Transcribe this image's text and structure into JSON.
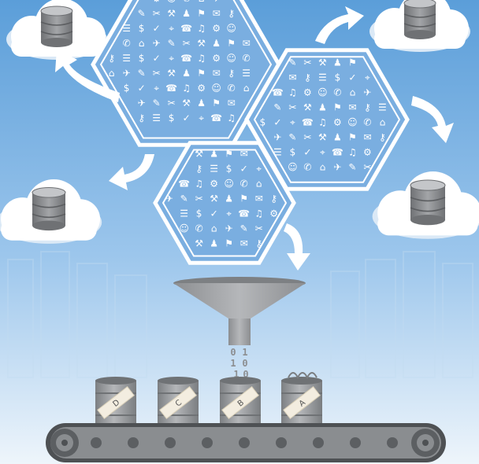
{
  "colors": {
    "sky_top": "#5d9fd9",
    "sky_bottom": "#e9f3fb",
    "hex_fill": "#79aee0",
    "hex_stroke": "#ffffff",
    "cloud": "#ffffff",
    "cloud_shadow": "#dbe9f6",
    "db_gray": "#8a8c8f",
    "db_dark": "#5c5e61",
    "funnel": "#a9abae",
    "funnel_dark": "#8c8e91",
    "barrel": "#9ea1a4",
    "barrel_dark": "#7a7d80",
    "belt": "#6f7276",
    "belt_dark": "#4e5154",
    "label_tape": "#f3ede0",
    "arrow": "#ffffff"
  },
  "barrels": [
    {
      "label": "D"
    },
    {
      "label": "C"
    },
    {
      "label": "B"
    },
    {
      "label": "A"
    }
  ],
  "binary_stream": [
    "0",
    "1",
    "1",
    "0",
    "1",
    "0"
  ],
  "icons": {
    "hexagon_icons": [
      "document-icon",
      "envelope-icon",
      "calendar-icon",
      "image-icon",
      "gear-icon",
      "dollar-icon",
      "lock-icon",
      "location-pin-icon",
      "user-icon",
      "chart-icon",
      "key-icon",
      "tools-icon",
      "chat-icon",
      "gavel-icon"
    ],
    "cloud_icon": "database-icon"
  }
}
